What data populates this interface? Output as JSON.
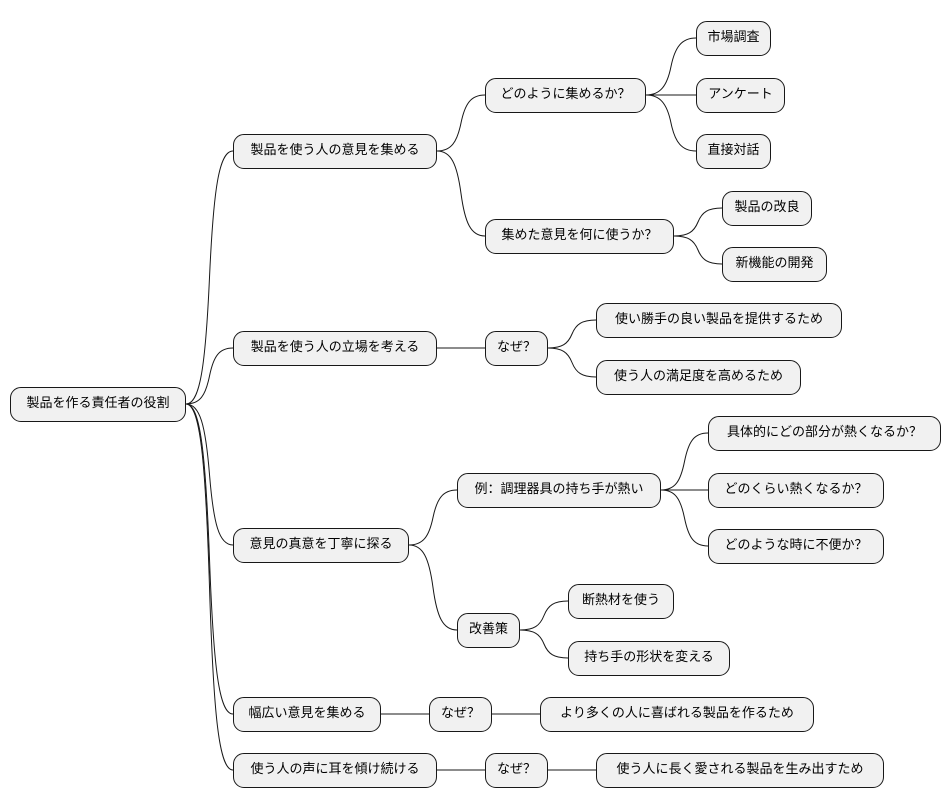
{
  "mindmap": {
    "id": "root",
    "label": "製品を作る責任者の役割",
    "children": [
      {
        "id": "n1",
        "label": "製品を使う人の意見を集める",
        "children": [
          {
            "id": "n1a",
            "label": "どのように集めるか？",
            "children": [
              {
                "id": "n1a1",
                "label": "市場調査"
              },
              {
                "id": "n1a2",
                "label": "アンケート"
              },
              {
                "id": "n1a3",
                "label": "直接対話"
              }
            ]
          },
          {
            "id": "n1b",
            "label": "集めた意見を何に使うか？",
            "children": [
              {
                "id": "n1b1",
                "label": "製品の改良"
              },
              {
                "id": "n1b2",
                "label": "新機能の開発"
              }
            ]
          }
        ]
      },
      {
        "id": "n2",
        "label": "製品を使う人の立場を考える",
        "children": [
          {
            "id": "n2a",
            "label": "なぜ？",
            "children": [
              {
                "id": "n2a1",
                "label": "使い勝手の良い製品を提供するため"
              },
              {
                "id": "n2a2",
                "label": "使う人の満足度を高めるため"
              }
            ]
          }
        ]
      },
      {
        "id": "n3",
        "label": "意見の真意を丁寧に探る",
        "children": [
          {
            "id": "n3a",
            "label": "例：調理器具の持ち手が熱い",
            "children": [
              {
                "id": "n3a1",
                "label": "具体的にどの部分が熱くなるか？"
              },
              {
                "id": "n3a2",
                "label": "どのくらい熱くなるか？"
              },
              {
                "id": "n3a3",
                "label": "どのような時に不便か？"
              }
            ]
          },
          {
            "id": "n3b",
            "label": "改善策",
            "children": [
              {
                "id": "n3b1",
                "label": "断熱材を使う"
              },
              {
                "id": "n3b2",
                "label": "持ち手の形状を変える"
              }
            ]
          }
        ]
      },
      {
        "id": "n4",
        "label": "幅広い意見を集める",
        "children": [
          {
            "id": "n4a",
            "label": "なぜ？",
            "children": [
              {
                "id": "n4a1",
                "label": "より多くの人に喜ばれる製品を作るため"
              }
            ]
          }
        ]
      },
      {
        "id": "n5",
        "label": "使う人の声に耳を傾け続ける",
        "children": [
          {
            "id": "n5a",
            "label": "なぜ？",
            "children": [
              {
                "id": "n5a1",
                "label": "使う人に長く愛される製品を生み出すため"
              }
            ]
          }
        ]
      }
    ]
  },
  "colors": {
    "node_fill": "#f1f1f1",
    "node_border": "#181818",
    "edge": "#181818",
    "text": "#000000"
  }
}
